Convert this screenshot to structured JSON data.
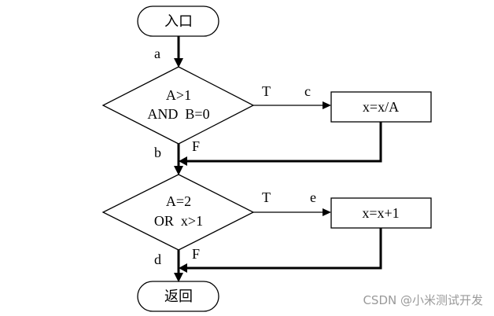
{
  "nodes": {
    "entry": "入口",
    "decision1": {
      "line1": "A>1",
      "line2": "AND  B=0"
    },
    "process1": "x=x/A",
    "decision2": {
      "line1": "A=2",
      "line2": "OR  x>1"
    },
    "process2": "x=x+1",
    "exit": "返回"
  },
  "edge_labels": {
    "a": "a",
    "b": "b",
    "c": "c",
    "d": "d",
    "e": "e",
    "t1": "T",
    "f1": "F",
    "t2": "T",
    "f2": "F"
  },
  "watermark": "CSDN @小米测试开发"
}
